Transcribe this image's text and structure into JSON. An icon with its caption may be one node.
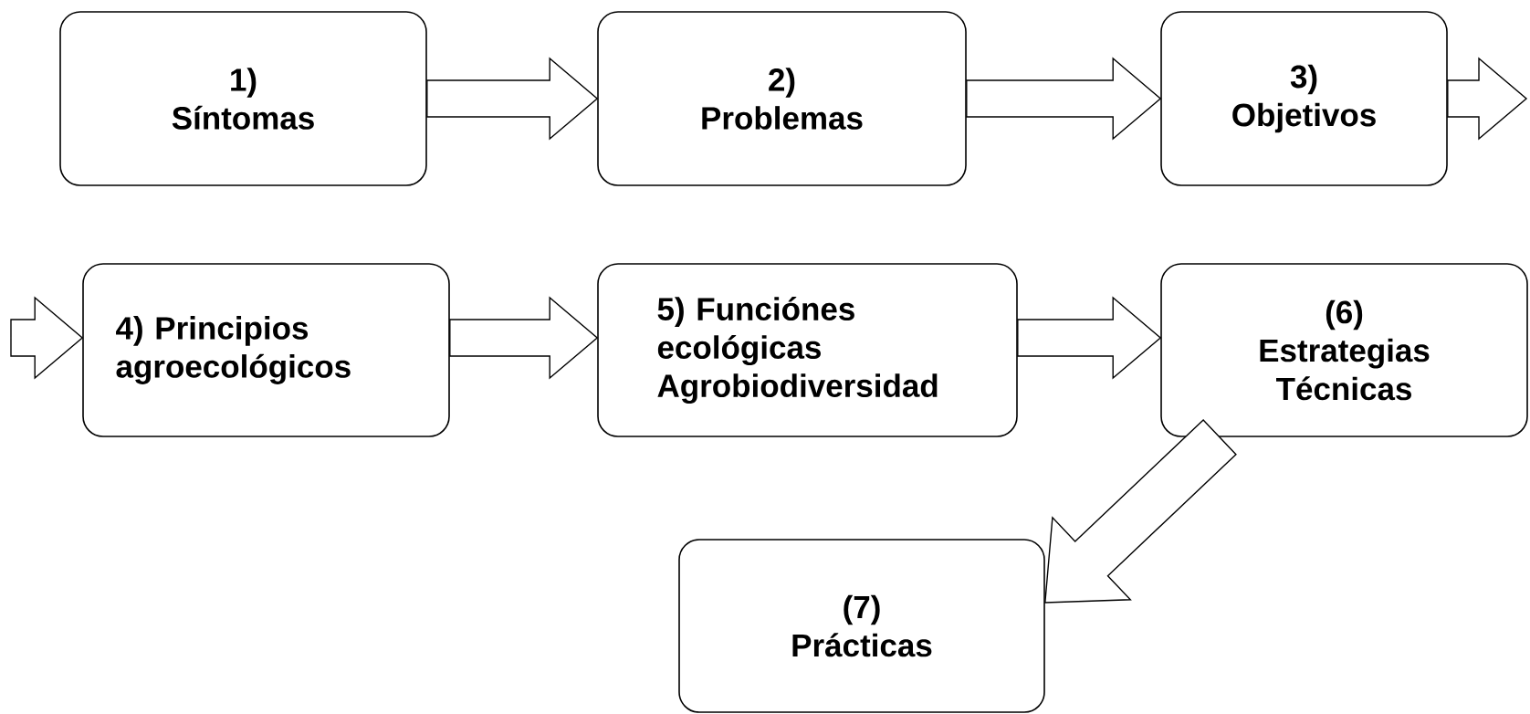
{
  "diagram": {
    "nodes": [
      {
        "text": [
          "1)",
          "Síntomas"
        ]
      },
      {
        "text": [
          "2)",
          "Problemas"
        ]
      },
      {
        "text": [
          "3)",
          "Objetivos"
        ]
      },
      {
        "text": [
          "4) Principios agroecológicos"
        ]
      },
      {
        "text": [
          "5) Funciónes ecológicas Agrobiodiversidad"
        ]
      },
      {
        "text": [
          "(6)",
          "Estrategias Técnicas"
        ]
      },
      {
        "text": [
          "(7)",
          "Prácticas"
        ]
      }
    ],
    "edges": [
      {
        "from": 0,
        "to": 1,
        "arrow": "to"
      },
      {
        "from": 1,
        "to": 2,
        "arrow": "to"
      },
      {
        "from": 2,
        "to": null,
        "arrow": "to"
      },
      {
        "from": null,
        "to": 3,
        "arrow": "to"
      },
      {
        "from": 3,
        "to": 4,
        "arrow": "to"
      },
      {
        "from": 4,
        "to": 5,
        "arrow": "to"
      },
      {
        "from": 5,
        "to": 6,
        "arrow": "to"
      }
    ]
  }
}
